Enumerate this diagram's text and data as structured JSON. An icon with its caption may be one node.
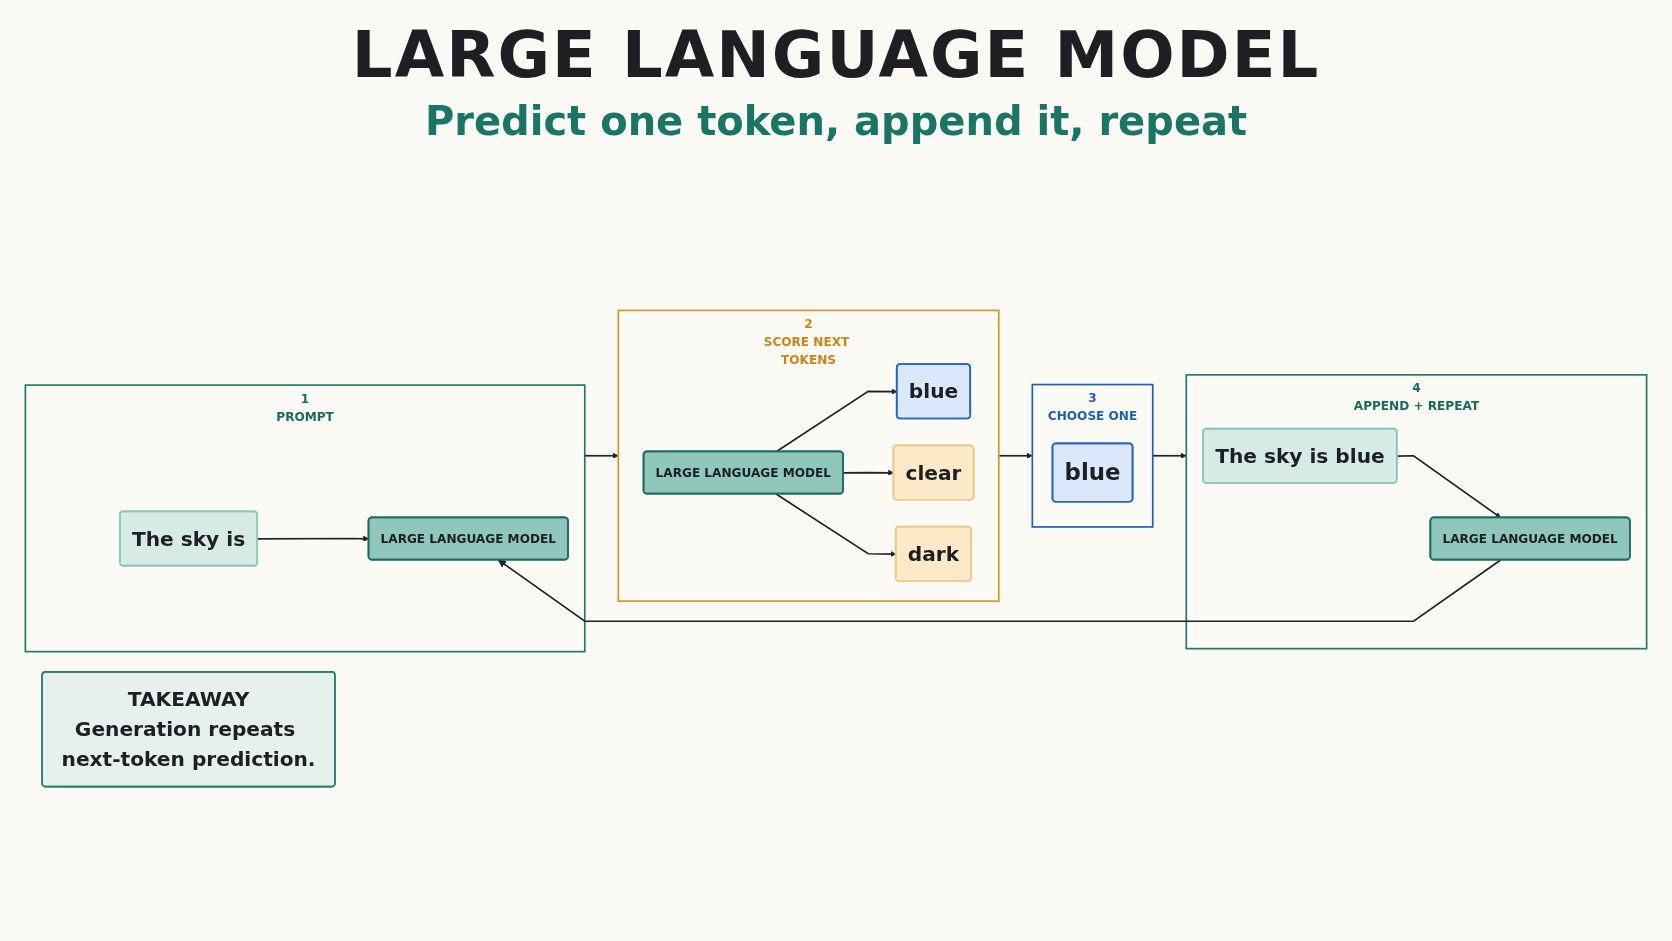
{
  "diagram": {
    "title": "LARGE LANGUAGE MODEL",
    "nodes": [
      {
        "text": [
          "1",
          "PROMPT"
        ]
      },
      {
        "text": [
          "The sky is"
        ],
        "in": 0
      },
      {
        "text": [
          "LARGE LANGUAGE MODEL"
        ],
        "in": 0
      },
      {
        "text": [
          "2",
          "SCORE NEXT TOKENS"
        ]
      },
      {
        "text": [
          "LARGE LANGUAGE MODEL"
        ],
        "in": 3
      },
      {
        "text": [
          "blue"
        ],
        "in": 3
      },
      {
        "text": [
          "clear"
        ],
        "in": 3
      },
      {
        "text": [
          "dark"
        ],
        "in": 3
      },
      {
        "text": [
          "3",
          "CHOOSE ONE"
        ]
      },
      {
        "text": [
          "blue"
        ],
        "in": 8
      },
      {
        "text": [
          "4",
          "APPEND + REPEAT"
        ]
      },
      {
        "text": [
          "The sky is blue"
        ],
        "in": 10
      },
      {
        "text": [
          "LARGE LANGUAGE MODEL"
        ],
        "in": 10
      },
      {
        "text": [
          "TAKEAWAY",
          "Generation repeats next-token prediction."
        ]
      }
    ],
    "edges": [
      {
        "from": 1,
        "to": 2,
        "arrow": "to"
      },
      {
        "from": 0,
        "to": 3,
        "arrow": "to"
      },
      {
        "from": 4,
        "to": 5,
        "arrow": "to"
      },
      {
        "from": 4,
        "to": 6,
        "arrow": "to"
      },
      {
        "from": 4,
        "to": 7,
        "arrow": "to"
      },
      {
        "from": 3,
        "to": 8,
        "arrow": "to"
      },
      {
        "from": 8,
        "to": 10,
        "arrow": "to"
      },
      {
        "from": 11,
        "to": 12,
        "arrow": "to"
      },
      {
        "from": 12,
        "to": 2,
        "arrow": "to"
      }
    ],
    "labels": [
      "Predict one token, append it, repeat"
    ]
  }
}
